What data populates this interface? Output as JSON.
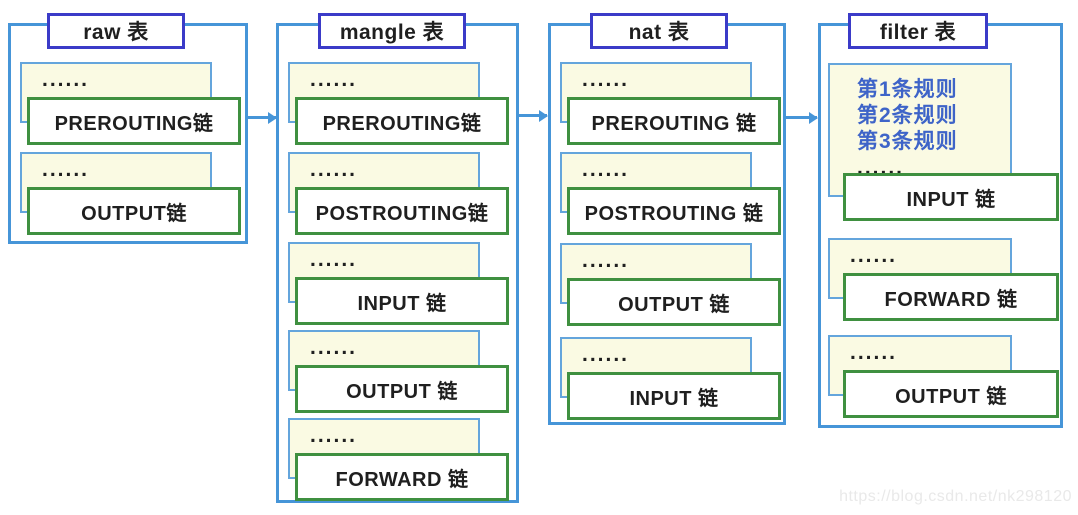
{
  "columns": [
    {
      "id": "raw",
      "title": "raw 表",
      "chains": [
        {
          "dots": "......",
          "label": "PREROUTING链"
        },
        {
          "dots": "......",
          "label": "OUTPUT链"
        }
      ]
    },
    {
      "id": "mangle",
      "title": "mangle 表",
      "chains": [
        {
          "dots": "......",
          "label": "PREROUTING链"
        },
        {
          "dots": "......",
          "label": "POSTROUTING链"
        },
        {
          "dots": "......",
          "label": "INPUT 链"
        },
        {
          "dots": "......",
          "label": "OUTPUT 链"
        },
        {
          "dots": "......",
          "label": "FORWARD 链"
        }
      ]
    },
    {
      "id": "nat",
      "title": "nat 表",
      "chains": [
        {
          "dots": "......",
          "label": "PREROUTING 链"
        },
        {
          "dots": "......",
          "label": "POSTROUTING 链"
        },
        {
          "dots": "......",
          "label": "OUTPUT 链"
        },
        {
          "dots": "......",
          "label": "INPUT 链"
        }
      ]
    },
    {
      "id": "filter",
      "title": "filter 表",
      "rules_box": {
        "lines": [
          "第1条规则",
          "第2条规则",
          "第3条规则",
          "......"
        ]
      },
      "chains": [
        {
          "label": "INPUT 链"
        },
        {
          "dots": "......",
          "label": "FORWARD 链"
        },
        {
          "dots": "......",
          "label": "OUTPUT 链"
        }
      ]
    }
  ],
  "arrows": [
    {
      "from": "raw",
      "to": "mangle"
    },
    {
      "from": "mangle",
      "to": "nat"
    },
    {
      "from": "nat",
      "to": "filter"
    }
  ],
  "watermark": "https://blog.csdn.net/nk298120",
  "colors": {
    "container_border": "#4695d8",
    "title_border": "#3b3bc8",
    "chain_border": "#3f9040",
    "rules_fill": "#fafae3",
    "rules_border": "#64a5dc",
    "rules_text": "#3e64c8",
    "label_text": "#1f1f1f",
    "watermark_text": "#e9e9e9"
  }
}
